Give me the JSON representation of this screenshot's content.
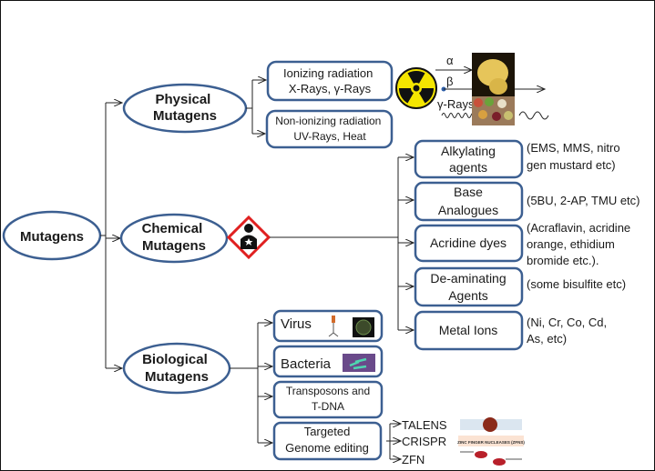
{
  "root": {
    "label": "Mutagens"
  },
  "physical": {
    "label": [
      "Physical",
      "Mutagens"
    ],
    "ionizing": [
      "Ionizing radiation",
      "X-Rays, γ-Rays"
    ],
    "non_ionizing": [
      "Non-ionizing radiation",
      "UV-Rays, Heat"
    ],
    "rays": {
      "alpha": "α",
      "beta": "β",
      "gamma": "γ-Rays"
    },
    "icon": "radiation-icon"
  },
  "chemical": {
    "label": [
      "Chemical",
      "Mutagens"
    ],
    "icon": "health-hazard-icon",
    "items": [
      {
        "label": [
          "Alkylating",
          "agents"
        ],
        "examples": [
          "(EMS, MMS, nitro",
          "gen mustard etc)"
        ]
      },
      {
        "label": [
          "Base",
          "Analogues"
        ],
        "examples": [
          "(5BU, 2-AP, TMU etc)"
        ]
      },
      {
        "label": [
          "Acridine dyes"
        ],
        "examples": [
          "(Acraflavin, acridine",
          "orange, ethidium",
          "bromide etc.)."
        ]
      },
      {
        "label": [
          "De-aminating",
          "Agents"
        ],
        "examples": [
          "(some bisulfite etc)"
        ]
      },
      {
        "label": [
          "Metal Ions"
        ],
        "examples": [
          "(Ni, Cr, Co, Cd,",
          "As, etc)"
        ]
      }
    ]
  },
  "biological": {
    "label": [
      "Biological",
      "Mutagens"
    ],
    "items": [
      {
        "label": [
          "Virus"
        ]
      },
      {
        "label": [
          "Bacteria"
        ]
      },
      {
        "label": [
          "Transposons and",
          "T-DNA"
        ]
      },
      {
        "label": [
          "Targeted",
          "Genome editing"
        ]
      }
    ],
    "genome_tools": [
      "TALENS",
      "CRISPR",
      "ZFN"
    ],
    "figure_caption": "ZINC FINGER NUCLEASES (ZFNS)"
  },
  "colors": {
    "border": "#3c5f91",
    "hazard": "#e02020",
    "radiation": "#f5e600"
  }
}
